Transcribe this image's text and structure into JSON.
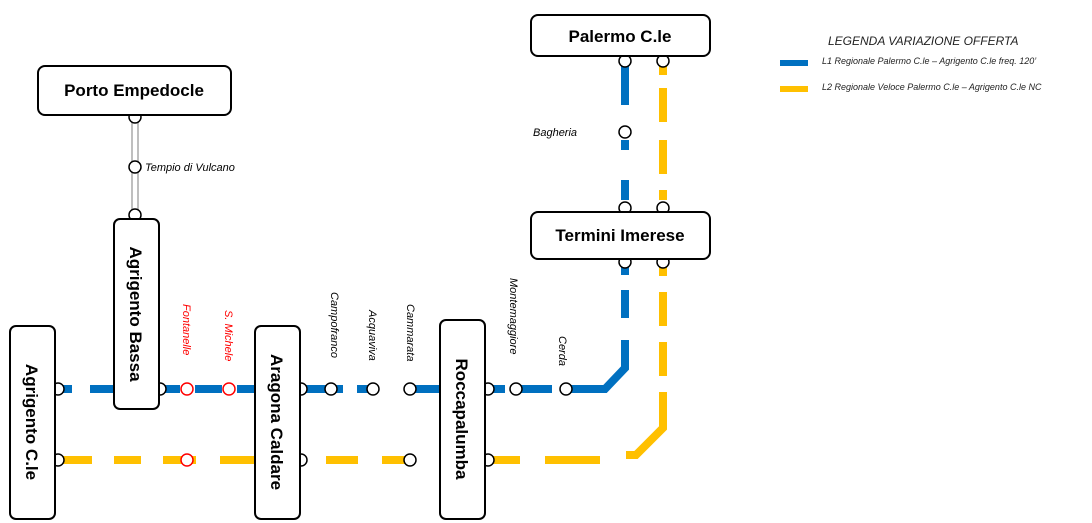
{
  "colors": {
    "L1": "#0070C0",
    "L2": "#FFC000",
    "branch": "#bfbfbf",
    "station_variation": "#ff0000",
    "station_normal": "#000000"
  },
  "legend": {
    "title": "LEGENDA VARIAZIONE OFFERTA",
    "items": [
      {
        "line": "L1",
        "label": "L1  Regionale Palermo C.le – Agrigento C.le freq. 120’"
      },
      {
        "line": "L2",
        "label": "L2 Regionale Veloce Palermo C.le – Agrigento C.le NC"
      }
    ]
  },
  "stations": {
    "major": {
      "palermo": "Palermo C.le",
      "porto_empedocle": "Porto Empedocle",
      "termini_imerese": "Termini Imerese",
      "agrigento_bassa": "Agrigento Bassa",
      "agrigento_centrale": "Agrigento C.le",
      "aragona_caldare": "Aragona Caldare",
      "roccapalumba": "Roccapalumba"
    },
    "minor": {
      "bagheria": "Bagheria",
      "tempio_di_vulcano": "Tempio di Vulcano",
      "fontanelle": "Fontanelle",
      "s_michele": "S. Michele",
      "campofranco": "Campofranco",
      "acquaviva": "Acquaviva",
      "cammarata": "Cammarata",
      "montemaggiore": "Montemaggiore",
      "cerda": "Cerda"
    }
  }
}
